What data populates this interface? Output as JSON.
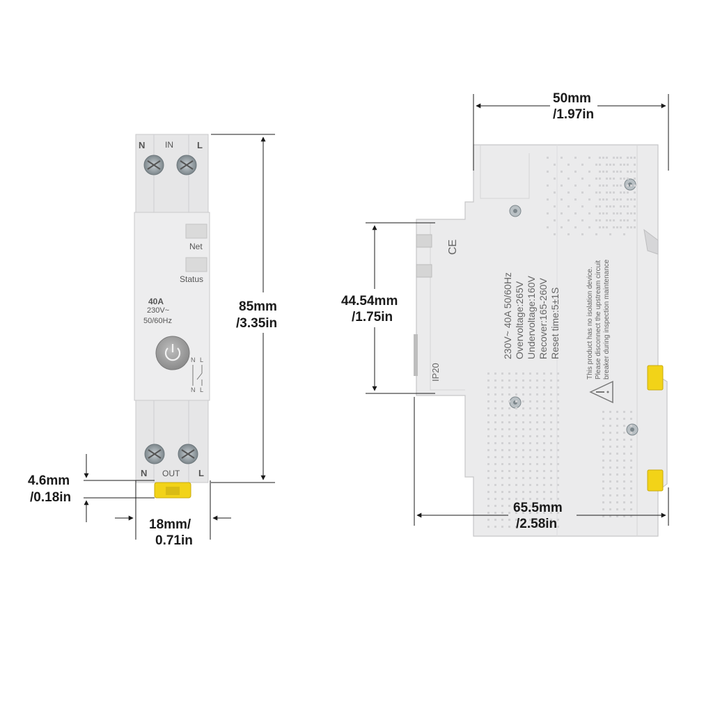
{
  "front_view": {
    "terminal_top_left": "N",
    "terminal_top_mid": "IN",
    "terminal_top_right": "L",
    "indicator_net": "Net",
    "indicator_status": "Status",
    "rating": "40A",
    "voltage": "230V~",
    "frequency": "50/60Hz",
    "terminal_bottom_left": "N",
    "terminal_bottom_mid": "OUT",
    "terminal_bottom_right": "L",
    "schematic_n_top": "N",
    "schematic_l_top": "L",
    "schematic_n_bottom": "N",
    "schematic_l_bottom": "L"
  },
  "side_view": {
    "ce_mark": "CE",
    "ip_rating": "IP20",
    "spec_lines": [
      "230V~ 40A 50/60Hz",
      "Overvoltage:265V",
      "Undervoltage:160V",
      "Recover:165-260V",
      "Reset time:5±1S"
    ],
    "warning_lines": [
      "This product has no isolation device.",
      "Please disconnect the upstream circuit",
      "breaker during inspection maintenance"
    ]
  },
  "dimensions": {
    "height_mm": "85mm",
    "height_in": "/3.35in",
    "width_mm": "18mm/",
    "width_in": "0.71in",
    "clip_mm": "4.6mm",
    "clip_in": "/0.18in",
    "depth_top_mm": "50mm",
    "depth_top_in": "/1.97in",
    "depth_total_mm": "65.5mm",
    "depth_total_in": "/2.58in",
    "front_face_mm": "44.54mm",
    "front_face_in": "/1.75in"
  },
  "colors": {
    "body": "#e9e9ea",
    "body_edge": "#c9c9cb",
    "clip_yellow": "#f2d318",
    "screw": "#9aa3a8"
  }
}
